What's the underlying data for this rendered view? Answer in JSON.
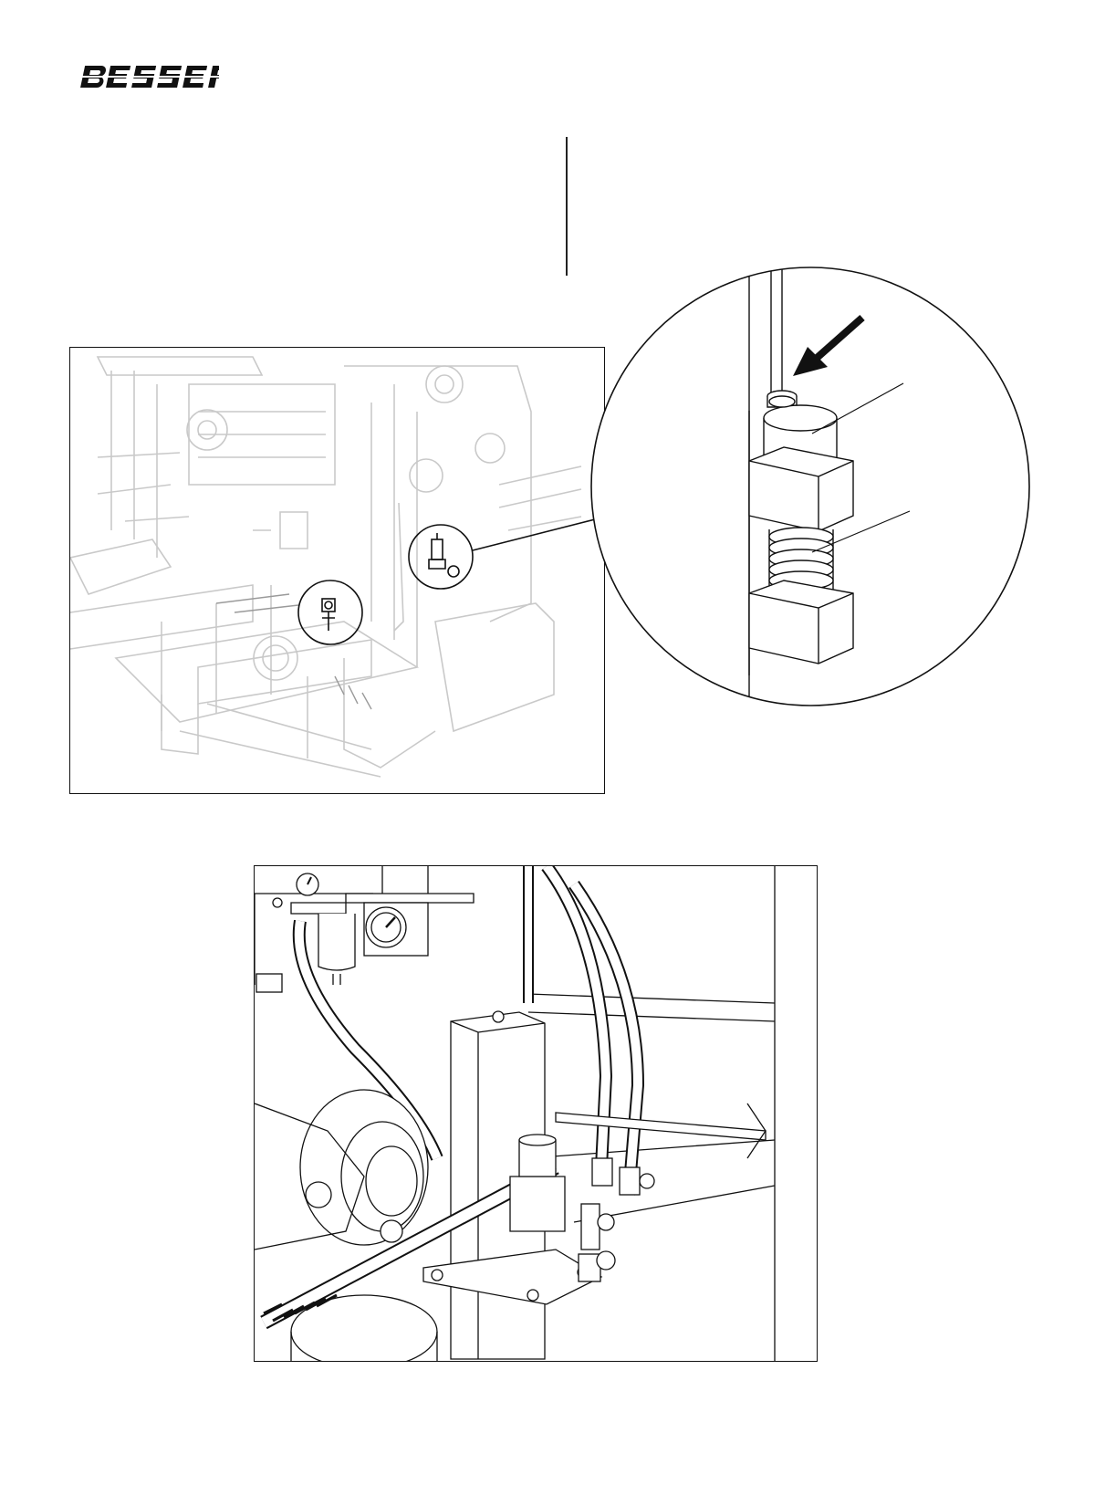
{
  "header": {
    "logo_text": "BESSER"
  },
  "figures": {
    "overview": {
      "icon": "machine-overview-illustration"
    },
    "detail": {
      "icon": "grease-fitting-detail-illustration"
    },
    "photo": {
      "icon": "lubrication-pump-illustration"
    }
  },
  "colors": {
    "ink": "#111111",
    "faded_ink": "#c9c9c9",
    "paper": "#ffffff"
  }
}
